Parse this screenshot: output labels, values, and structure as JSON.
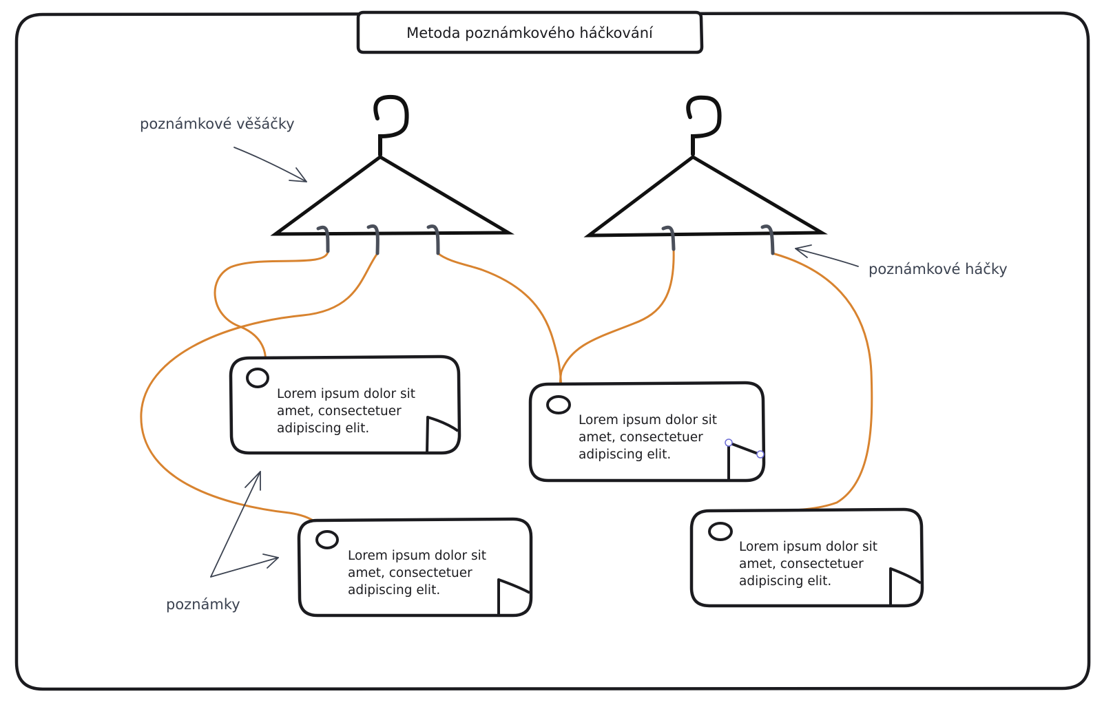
{
  "diagram": {
    "title": "Metoda poznámkového háčkování",
    "annotations": {
      "hangers": "poznámkové věšáčky",
      "hooks": "poznámkové háčky",
      "notes": "poznámky"
    },
    "notes": [
      {
        "lines": [
          "Lorem ipsum dolor sit",
          "amet, consectetuer",
          "adipiscing elit."
        ]
      },
      {
        "lines": [
          "Lorem ipsum dolor sit",
          "amet, consectetuer",
          "adipiscing elit."
        ]
      },
      {
        "lines": [
          "Lorem ipsum dolor sit",
          "amet, consectetuer",
          "adipiscing elit."
        ]
      },
      {
        "lines": [
          "Lorem ipsum dolor sit",
          "amet, consectetuer",
          "adipiscing elit."
        ]
      }
    ],
    "colors": {
      "string": "#d8832f",
      "stroke": "#1b1b1f",
      "annotation": "#3b4250",
      "hook": "#4a4f5a"
    }
  }
}
